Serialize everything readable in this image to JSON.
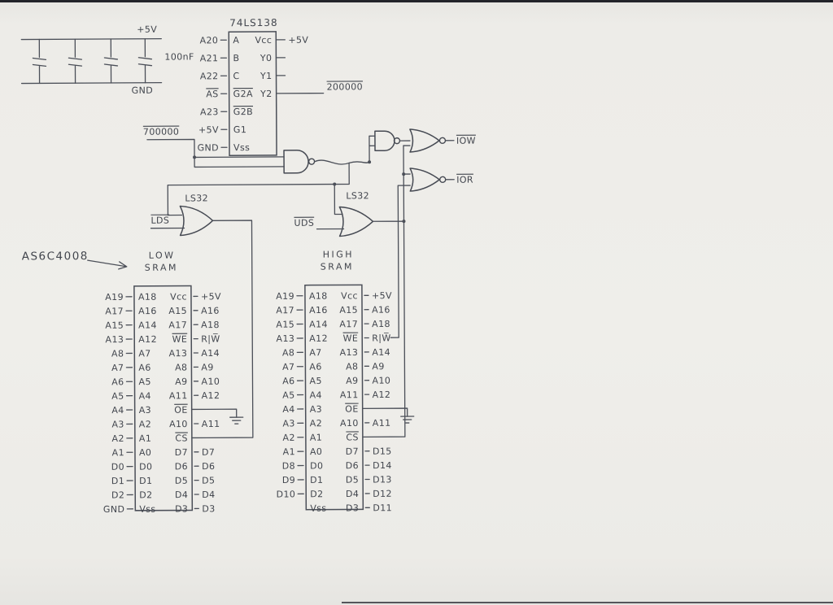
{
  "labels": {
    "plus5v_rail": "+5V",
    "gnd_rail": "GND",
    "cap_value": "100nF",
    "decoder_title": "74LS138",
    "sel_700000": "700000",
    "sel_200000": "200000",
    "ls32_left": "LS32",
    "ls32_right": "LS32",
    "lds": "LDS",
    "uds": "UDS",
    "iow": "IOW",
    "ior": "IOR",
    "part_number": "AS6C4008",
    "low_line1": "LOW",
    "low_line2": "SRAM",
    "high_line1": "HIGH",
    "high_line2": "SRAM"
  },
  "decoder": {
    "rows": [
      {
        "lo": "A20",
        "li": "A",
        "ri": "Vcc",
        "ro": "+5V"
      },
      {
        "lo": "A21",
        "li": "B",
        "ri": "Y0"
      },
      {
        "lo": "A22",
        "li": "C",
        "ri": "Y1"
      },
      {
        "lo": "AS",
        "lo_ol": true,
        "li": "G2A",
        "li_ol": true,
        "ri": "Y2"
      },
      {
        "lo": "A23",
        "li": "G2B",
        "li_ol": true
      },
      {
        "lo": "+5V",
        "li": "G1"
      },
      {
        "lo": "GND",
        "li": "Vss"
      }
    ]
  },
  "low_sram": {
    "rows": [
      {
        "lo": "A19",
        "li": "A18",
        "ri": "Vcc",
        "ro": "+5V"
      },
      {
        "lo": "A17",
        "li": "A16",
        "ri": "A15",
        "ro": "A16"
      },
      {
        "lo": "A15",
        "li": "A14",
        "ri": "A17",
        "ro": "A18"
      },
      {
        "lo": "A13",
        "li": "A12",
        "ri": "WE",
        "ri_ol": true,
        "ro": "R|W̅"
      },
      {
        "lo": "A8",
        "li": "A7",
        "ri": "A13",
        "ro": "A14"
      },
      {
        "lo": "A7",
        "li": "A6",
        "ri": "A8",
        "ro": "A9"
      },
      {
        "lo": "A6",
        "li": "A5",
        "ri": "A9",
        "ro": "A10"
      },
      {
        "lo": "A5",
        "li": "A4",
        "ri": "A11",
        "ro": "A12"
      },
      {
        "lo": "A4",
        "li": "A3",
        "ri": "OE",
        "ri_ol": true
      },
      {
        "lo": "A3",
        "li": "A2",
        "ri": "A10",
        "ro": "A11"
      },
      {
        "lo": "A2",
        "li": "A1",
        "ri": "CS",
        "ri_ol": true
      },
      {
        "lo": "A1",
        "li": "A0",
        "ri": "D7",
        "ro": "D7"
      },
      {
        "lo": "D0",
        "li": "D0",
        "ri": "D6",
        "ro": "D6"
      },
      {
        "lo": "D1",
        "li": "D1",
        "ri": "D5",
        "ro": "D5"
      },
      {
        "lo": "D2",
        "li": "D2",
        "ri": "D4",
        "ro": "D4"
      },
      {
        "lo": "GND",
        "li": "Vss",
        "ri": "D3",
        "ro": "D3"
      }
    ]
  },
  "high_sram": {
    "rows": [
      {
        "lo": "A19",
        "li": "A18",
        "ri": "Vcc",
        "ro": "+5V"
      },
      {
        "lo": "A17",
        "li": "A16",
        "ri": "A15",
        "ro": "A16"
      },
      {
        "lo": "A15",
        "li": "A14",
        "ri": "A17",
        "ro": "A18"
      },
      {
        "lo": "A13",
        "li": "A12",
        "ri": "WE",
        "ri_ol": true,
        "ro": "R|W̅"
      },
      {
        "lo": "A8",
        "li": "A7",
        "ri": "A13",
        "ro": "A14"
      },
      {
        "lo": "A7",
        "li": "A6",
        "ri": "A8",
        "ro": "A9"
      },
      {
        "lo": "A6",
        "li": "A5",
        "ri": "A9",
        "ro": "A10"
      },
      {
        "lo": "A5",
        "li": "A4",
        "ri": "A11",
        "ro": "A12"
      },
      {
        "lo": "A4",
        "li": "A3",
        "ri": "OE",
        "ri_ol": true
      },
      {
        "lo": "A3",
        "li": "A2",
        "ri": "A10",
        "ro": "A11"
      },
      {
        "lo": "A2",
        "li": "A1",
        "ri": "CS",
        "ri_ol": true
      },
      {
        "lo": "A1",
        "li": "A0",
        "ri": "D7",
        "ro": "D15"
      },
      {
        "lo": "D8",
        "li": "D0",
        "ri": "D6",
        "ro": "D14"
      },
      {
        "lo": "D9",
        "li": "D1",
        "ri": "D5",
        "ro": "D13"
      },
      {
        "lo": "D10",
        "li": "D2",
        "ri": "D4",
        "ro": "D12"
      },
      {
        "li": "Vss",
        "ri": "D3",
        "ro": "D11"
      }
    ]
  }
}
